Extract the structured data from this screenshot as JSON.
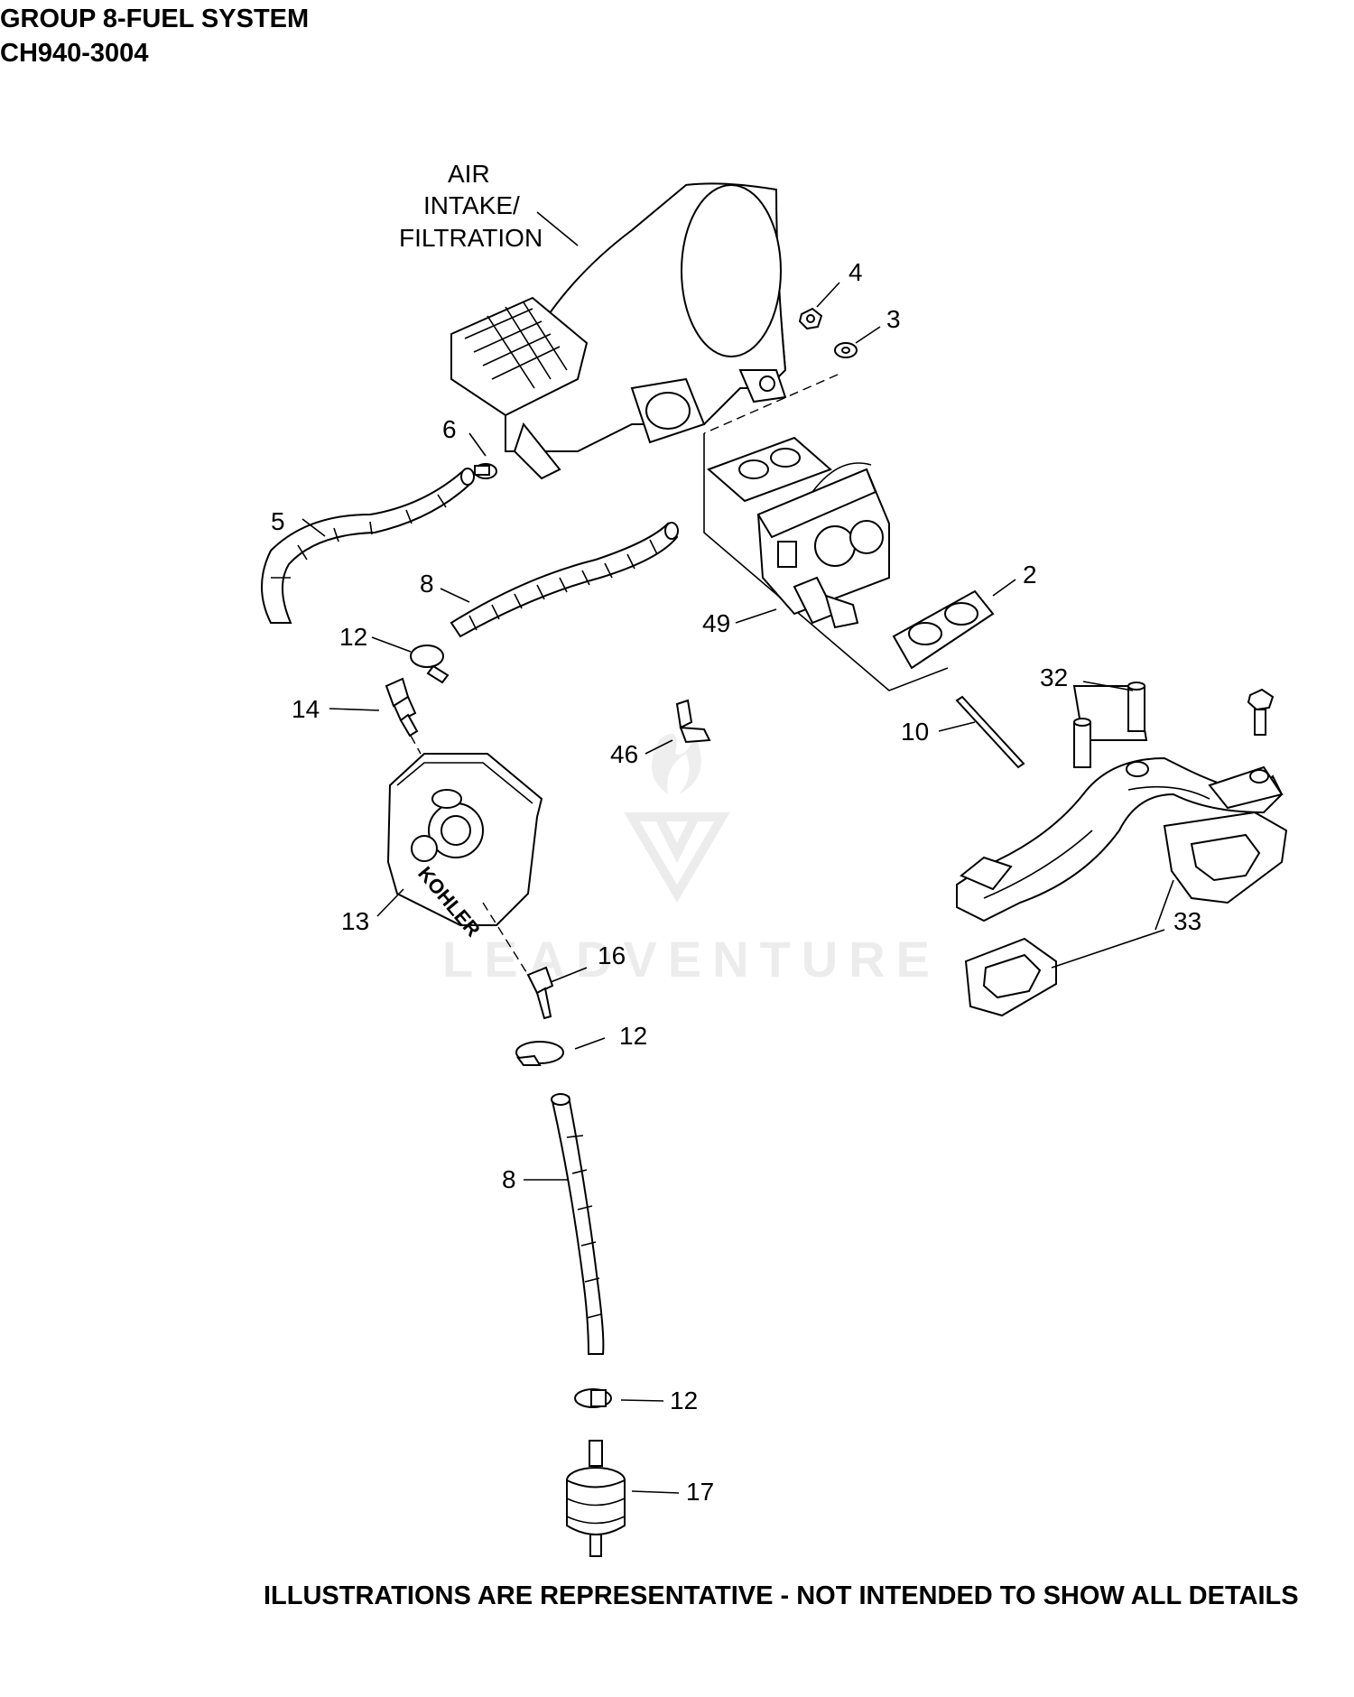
{
  "header": {
    "title": "GROUP 8-FUEL SYSTEM",
    "model": "CH940-3004"
  },
  "footer_note": "ILLUSTRATIONS ARE REPRESENTATIVE - NOT INTENDED TO SHOW ALL DETAILS",
  "assembly_label": [
    "AIR",
    "INTAKE/",
    "FILTRATION"
  ],
  "brand_mark": "KOHLER",
  "watermark": "LEADVENTURE",
  "callouts": {
    "c4": "4",
    "c3": "3",
    "c6": "6",
    "c5": "5",
    "c8a": "8",
    "c2": "2",
    "c49": "49",
    "c12a": "12",
    "c14": "14",
    "c32": "32",
    "c10": "10",
    "c46": "46",
    "c13": "13",
    "c33": "33",
    "c16": "16",
    "c12b": "12",
    "c8b": "8",
    "c12c": "12",
    "c17": "17"
  }
}
